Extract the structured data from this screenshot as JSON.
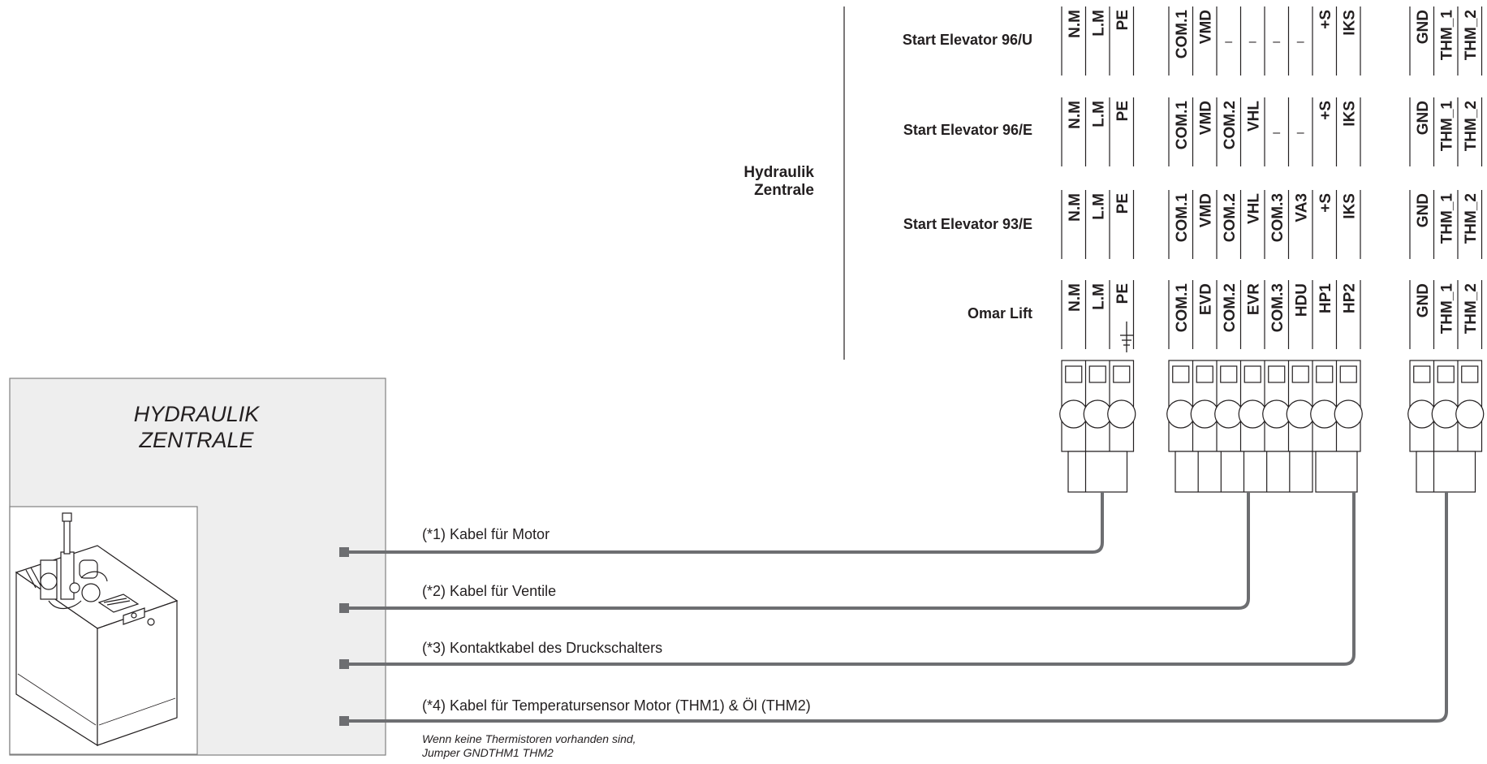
{
  "group_label": [
    "Hydraulik",
    "Zentrale"
  ],
  "unit": {
    "title": [
      "HYDRAULIK",
      "ZENTRALE"
    ]
  },
  "rows": [
    {
      "name": "Start Elevator 96/U",
      "blocks": [
        [
          "N.M",
          "L.M",
          "PE"
        ],
        [
          "COM.1",
          "VMD",
          "–",
          "–",
          "–",
          "–",
          "+S",
          "IKS"
        ],
        [
          "GND",
          "THM_1",
          "THM_2"
        ]
      ]
    },
    {
      "name": "Start Elevator 96/E",
      "blocks": [
        [
          "N.M",
          "L.M",
          "PE"
        ],
        [
          "COM.1",
          "VMD",
          "COM.2",
          "VHL",
          "–",
          "–",
          "+S",
          "IKS"
        ],
        [
          "GND",
          "THM_1",
          "THM_2"
        ]
      ]
    },
    {
      "name": "Start Elevator 93/E",
      "blocks": [
        [
          "N.M",
          "L.M",
          "PE"
        ],
        [
          "COM.1",
          "VMD",
          "COM.2",
          "VHL",
          "COM.3",
          "VA3",
          "+S",
          "IKS"
        ],
        [
          "GND",
          "THM_1",
          "THM_2"
        ]
      ]
    },
    {
      "name": "Omar Lift",
      "blocks": [
        [
          "N.M",
          "L.M",
          "PE"
        ],
        [
          "COM.1",
          "EVD",
          "COM.2",
          "EVR",
          "COM.3",
          "HDU",
          "HP1",
          "HP2"
        ],
        [
          "GND",
          "THM_1",
          "THM_2"
        ]
      ]
    }
  ],
  "cables": [
    {
      "label": "(*1) Kabel für Motor"
    },
    {
      "label": "(*2) Kabel für Ventile"
    },
    {
      "label": "(*3) Kontaktkabel des Druckschalters"
    },
    {
      "label": "(*4) Kabel für Temperatursensor Motor (THM1) & Öl (THM2)"
    }
  ],
  "note": [
    "Wenn keine Thermistoren vorhanden sind,",
    "Jumper GNDTHM1 THM2"
  ],
  "colors": {
    "ink": "#231f20",
    "cable": "#6d6e71",
    "panel": "#eeeeee",
    "panel_border": "#808080"
  }
}
